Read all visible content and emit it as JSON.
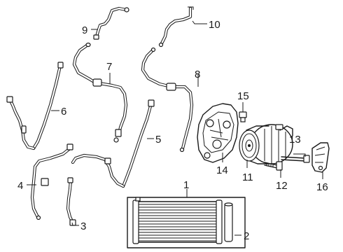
{
  "callouts": [
    {
      "id": "1",
      "label": "1",
      "part": "condenser"
    },
    {
      "id": "2",
      "label": "2",
      "part": "receiver-drier"
    },
    {
      "id": "3",
      "label": "3",
      "part": "small-hose"
    },
    {
      "id": "4",
      "label": "4",
      "part": "liquid-line"
    },
    {
      "id": "5",
      "label": "5",
      "part": "discharge-line"
    },
    {
      "id": "6",
      "label": "6",
      "part": "tube-assembly"
    },
    {
      "id": "7",
      "label": "7",
      "part": "suction-line"
    },
    {
      "id": "8",
      "label": "8",
      "part": "suction-hose"
    },
    {
      "id": "9",
      "label": "9",
      "part": "upper-hose"
    },
    {
      "id": "10",
      "label": "10",
      "part": "upper-line"
    },
    {
      "id": "11",
      "label": "11",
      "part": "compressor"
    },
    {
      "id": "12",
      "label": "12",
      "part": "bolt"
    },
    {
      "id": "13",
      "label": "13",
      "part": "stud"
    },
    {
      "id": "14",
      "label": "14",
      "part": "compressor-bracket"
    },
    {
      "id": "15",
      "label": "15",
      "part": "bolt"
    },
    {
      "id": "16",
      "label": "16",
      "part": "heat-shield"
    }
  ]
}
